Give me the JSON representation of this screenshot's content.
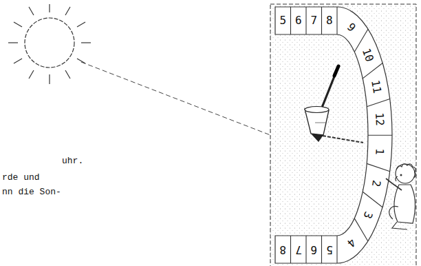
{
  "diagram": {
    "nodes": [
      {
        "text": [
          "5"
        ]
      },
      {
        "text": [
          "6"
        ]
      },
      {
        "text": [
          "7"
        ]
      },
      {
        "text": [
          "8"
        ]
      },
      {
        "text": [
          "9"
        ]
      },
      {
        "text": [
          "10"
        ]
      },
      {
        "text": [
          "11"
        ]
      },
      {
        "text": [
          "12"
        ]
      },
      {
        "text": [
          "1"
        ]
      },
      {
        "text": [
          "2"
        ]
      },
      {
        "text": [
          "3"
        ]
      },
      {
        "text": [
          "4"
        ]
      },
      {
        "text": [
          "5"
        ]
      },
      {
        "text": [
          "6"
        ]
      },
      {
        "text": [
          "7"
        ]
      },
      {
        "text": [
          "8"
        ]
      }
    ],
    "labels": [
      "uhr.",
      "rde und",
      "nn die Son-"
    ]
  }
}
